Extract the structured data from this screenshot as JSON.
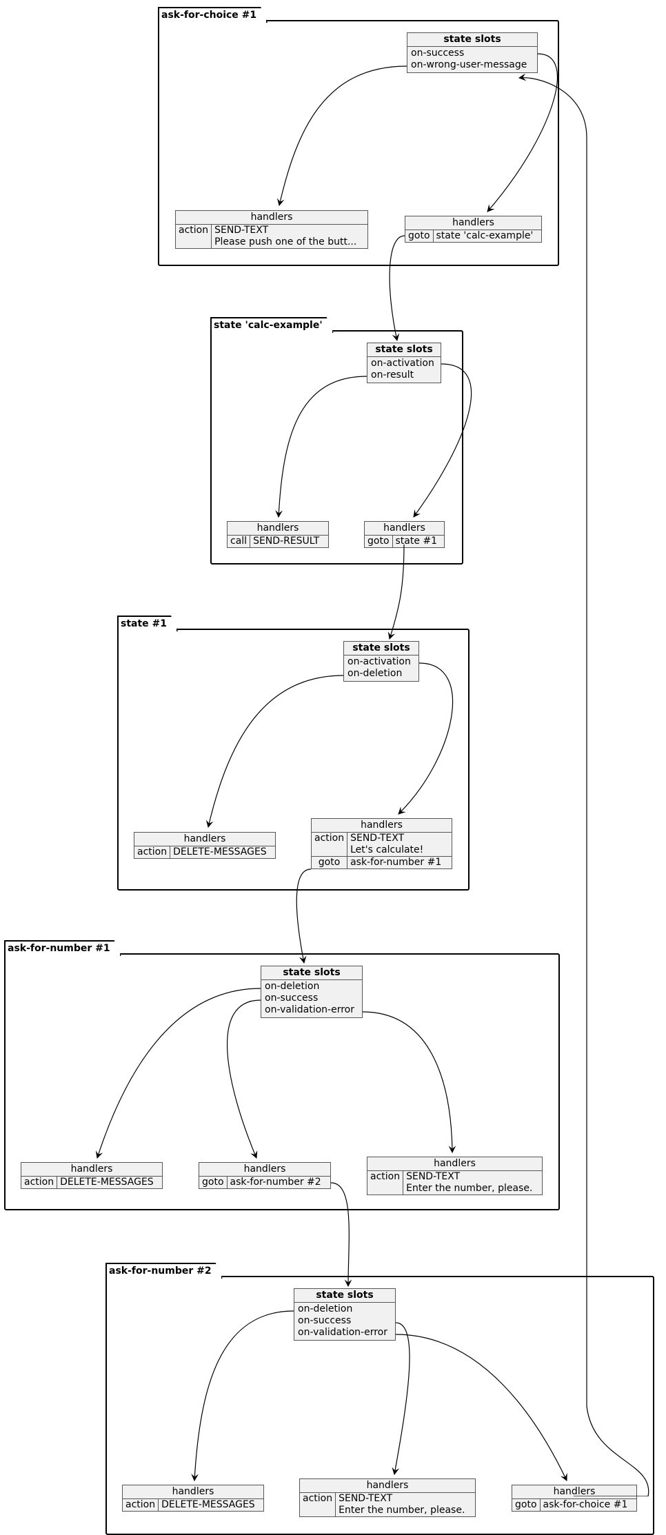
{
  "packages": {
    "p1": {
      "title": "ask-for-choice #1",
      "slots_title": "state slots",
      "slots": [
        "on-success",
        "on-wrong-user-message"
      ],
      "h_action": {
        "title": "handlers",
        "rows": [
          {
            "k": "action",
            "v": [
              "SEND-TEXT",
              "Please push one of the butt..."
            ]
          }
        ]
      },
      "h_goto": {
        "title": "handlers",
        "rows": [
          {
            "k": "goto",
            "v": [
              "state 'calc-example'"
            ]
          }
        ]
      }
    },
    "p2": {
      "title": "state 'calc-example'",
      "slots_title": "state slots",
      "slots": [
        "on-activation",
        "on-result"
      ],
      "h_call": {
        "title": "handlers",
        "rows": [
          {
            "k": "call",
            "v": [
              "SEND-RESULT"
            ]
          }
        ]
      },
      "h_goto": {
        "title": "handlers",
        "rows": [
          {
            "k": "goto",
            "v": [
              "state #1"
            ]
          }
        ]
      }
    },
    "p3": {
      "title": "state #1",
      "slots_title": "state slots",
      "slots": [
        "on-activation",
        "on-deletion"
      ],
      "h_delete": {
        "title": "handlers",
        "rows": [
          {
            "k": "action",
            "v": [
              "DELETE-MESSAGES"
            ]
          }
        ]
      },
      "h_multi": {
        "title": "handlers",
        "rows": [
          {
            "k": "action",
            "v": [
              "SEND-TEXT",
              "Let's calculate!"
            ]
          },
          {
            "k": "goto",
            "v": [
              "ask-for-number #1"
            ]
          }
        ]
      }
    },
    "p4": {
      "title": "ask-for-number #1",
      "slots_title": "state slots",
      "slots": [
        "on-deletion",
        "on-success",
        "on-validation-error"
      ],
      "h_delete": {
        "title": "handlers",
        "rows": [
          {
            "k": "action",
            "v": [
              "DELETE-MESSAGES"
            ]
          }
        ]
      },
      "h_goto": {
        "title": "handlers",
        "rows": [
          {
            "k": "goto",
            "v": [
              "ask-for-number #2"
            ]
          }
        ]
      },
      "h_send": {
        "title": "handlers",
        "rows": [
          {
            "k": "action",
            "v": [
              "SEND-TEXT",
              "Enter the number, please."
            ]
          }
        ]
      }
    },
    "p5": {
      "title": "ask-for-number #2",
      "slots_title": "state slots",
      "slots": [
        "on-deletion",
        "on-success",
        "on-validation-error"
      ],
      "h_delete": {
        "title": "handlers",
        "rows": [
          {
            "k": "action",
            "v": [
              "DELETE-MESSAGES"
            ]
          }
        ]
      },
      "h_send": {
        "title": "handlers",
        "rows": [
          {
            "k": "action",
            "v": [
              "SEND-TEXT",
              "Enter the number, please."
            ]
          }
        ]
      },
      "h_goto": {
        "title": "handlers",
        "rows": [
          {
            "k": "goto",
            "v": [
              "ask-for-choice #1"
            ]
          }
        ]
      }
    }
  }
}
